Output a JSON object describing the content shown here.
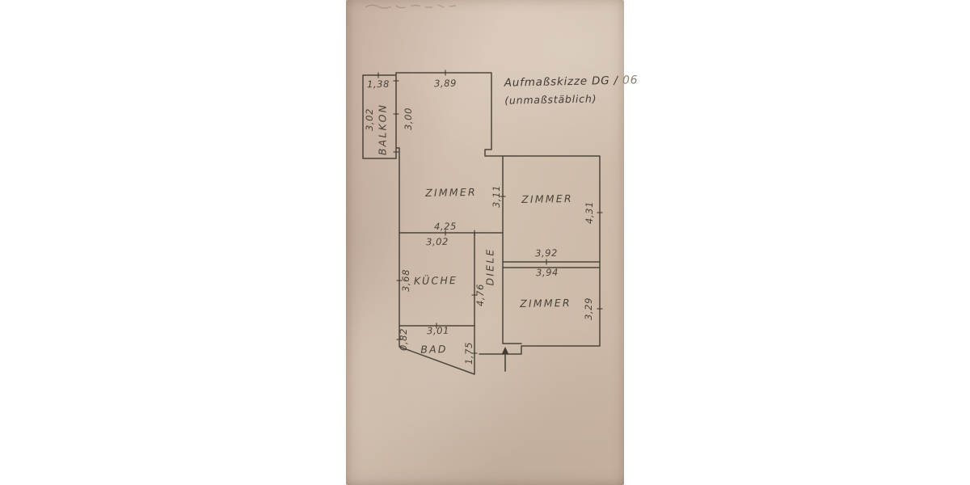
{
  "photo": {
    "title": {
      "main": "Aufmaßskizze DG",
      "slash": "/",
      "number": "06",
      "subtitle": "(unmaßstäblich)"
    },
    "rooms": {
      "balkon": "BALKON",
      "zimmer_left": "ZIMMER",
      "zimmer_right_top": "ZIMMER",
      "zimmer_right_bottom": "ZIMMER",
      "kueche": "KÜCHE",
      "diele": "DIELE",
      "bad": "BAD"
    },
    "dims": {
      "balkon_width": "1,38",
      "balkon_depth": "3,02",
      "balkon_inner_wall": "3,00",
      "top_room_width": "3,89",
      "zimmer_left_width": "4,25",
      "zimmer_left_right_wall": "3,11",
      "zimmer_right_top_height": "4,31",
      "zimmer_right_top_bottom_width": "3,92",
      "zimmer_right_bottom_top_width": "3,94",
      "zimmer_right_bottom_height": "3,29",
      "kueche_top_width": "3,02",
      "kueche_left_height": "3,68",
      "kueche_bottom_width": "3,01",
      "diele_length": "4,76",
      "bad_left_height": "0,82",
      "bad_right_height": "1,75"
    },
    "colors": {
      "paper": "#cfbcab",
      "ink": "#413b33",
      "pencil": "#8e7e70",
      "bg": "#ffffff"
    }
  }
}
